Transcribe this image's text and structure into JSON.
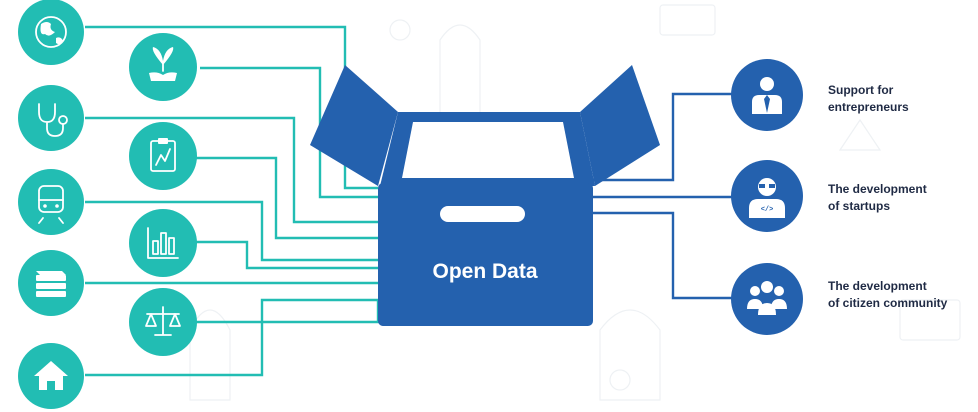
{
  "diagram": {
    "center": {
      "label": "Open Data"
    },
    "colors": {
      "teal": "#22bdb3",
      "blue": "#2461ae",
      "text": "#1f2a44"
    },
    "inputs": [
      {
        "icon": "globe-icon"
      },
      {
        "icon": "plant-hand-icon"
      },
      {
        "icon": "stethoscope-icon"
      },
      {
        "icon": "clipboard-chart-icon"
      },
      {
        "icon": "train-icon"
      },
      {
        "icon": "bar-chart-icon"
      },
      {
        "icon": "books-stack-icon"
      },
      {
        "icon": "scales-icon"
      },
      {
        "icon": "house-icon"
      }
    ],
    "outputs": [
      {
        "icon": "businessman-icon",
        "line1": "Support for",
        "line2": "entrepreneurs"
      },
      {
        "icon": "developer-icon",
        "line1": "The development",
        "line2": "of startups"
      },
      {
        "icon": "community-icon",
        "line1": "The development",
        "line2": "of citizen community"
      }
    ]
  }
}
